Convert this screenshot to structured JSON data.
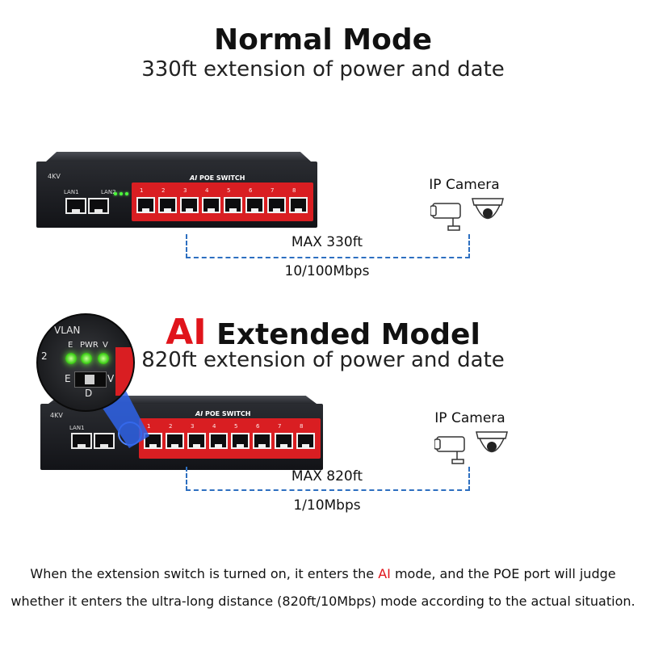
{
  "normal": {
    "title": "Normal Mode",
    "subtitle": "330ft extension of power and date",
    "camera_label": "IP Camera",
    "distance": "MAX 330ft",
    "speed": "10/100Mbps"
  },
  "ai": {
    "title_ai": "AI",
    "title_rest": "Extended Model",
    "subtitle": "820ft extension of power and date",
    "camera_label": "IP Camera",
    "distance": "MAX 820ft",
    "speed": "1/10Mbps"
  },
  "switch": {
    "surge": "4KV",
    "brand_ai": "AI",
    "brand": "POE SWITCH",
    "lan1": "LAN1",
    "lan2": "LAN2",
    "ports": [
      "1",
      "2",
      "3",
      "4",
      "5",
      "6",
      "7",
      "8"
    ]
  },
  "zoom": {
    "vlan": "VLAN",
    "e": "E",
    "pwr": "PWR",
    "v": "V",
    "e2": "E",
    "v2": "V",
    "d": "D",
    "n": "2"
  },
  "footer": {
    "line1_a": "When the extension switch is turned on, it enters the ",
    "line1_ai": "AI",
    "line1_b": " mode, and the POE port will judge",
    "line2": "whether it enters the ultra-long distance (820ft/10Mbps) mode according to the actual situation."
  },
  "colors": {
    "accent_red": "#e0141b",
    "dash_blue": "#2d6fc0",
    "led_green": "#4cff3a"
  }
}
